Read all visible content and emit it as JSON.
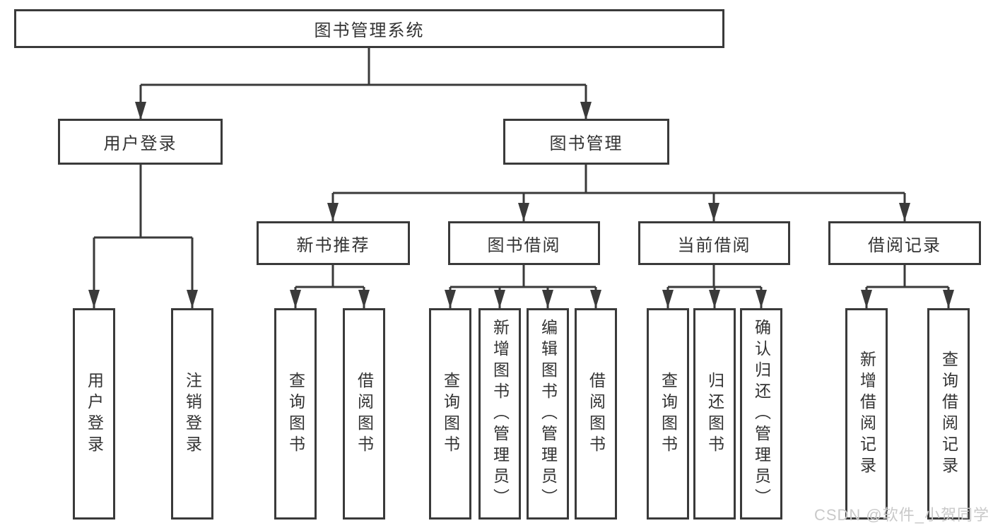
{
  "diagram": {
    "title_node": {
      "label": "图书管理系统"
    },
    "level2": [
      {
        "label": "用户登录"
      },
      {
        "label": "图书管理"
      }
    ],
    "level3": [
      {
        "label": "新书推荐"
      },
      {
        "label": "图书借阅"
      },
      {
        "label": "当前借阅"
      },
      {
        "label": "借阅记录"
      }
    ],
    "leaves": {
      "user": [
        "用户登录",
        "注销登录"
      ],
      "recommend": [
        "查询图书",
        "借阅图书"
      ],
      "borrow": [
        "查询图书",
        "新增图书（管理员）",
        "编辑图书（管理员）",
        "借阅图书"
      ],
      "current": [
        "查询图书",
        "归还图书",
        "确认归还（管理员）"
      ],
      "records": [
        "新增借阅记录",
        "查询借阅记录"
      ]
    },
    "colors": {
      "line": "#3a3a3a",
      "box_border": "#3a3a3a",
      "text": "#333333",
      "background": "#ffffff",
      "watermark": "#c9c9c9"
    }
  },
  "watermark": {
    "text": "CSDN @软件_小贺同学"
  }
}
